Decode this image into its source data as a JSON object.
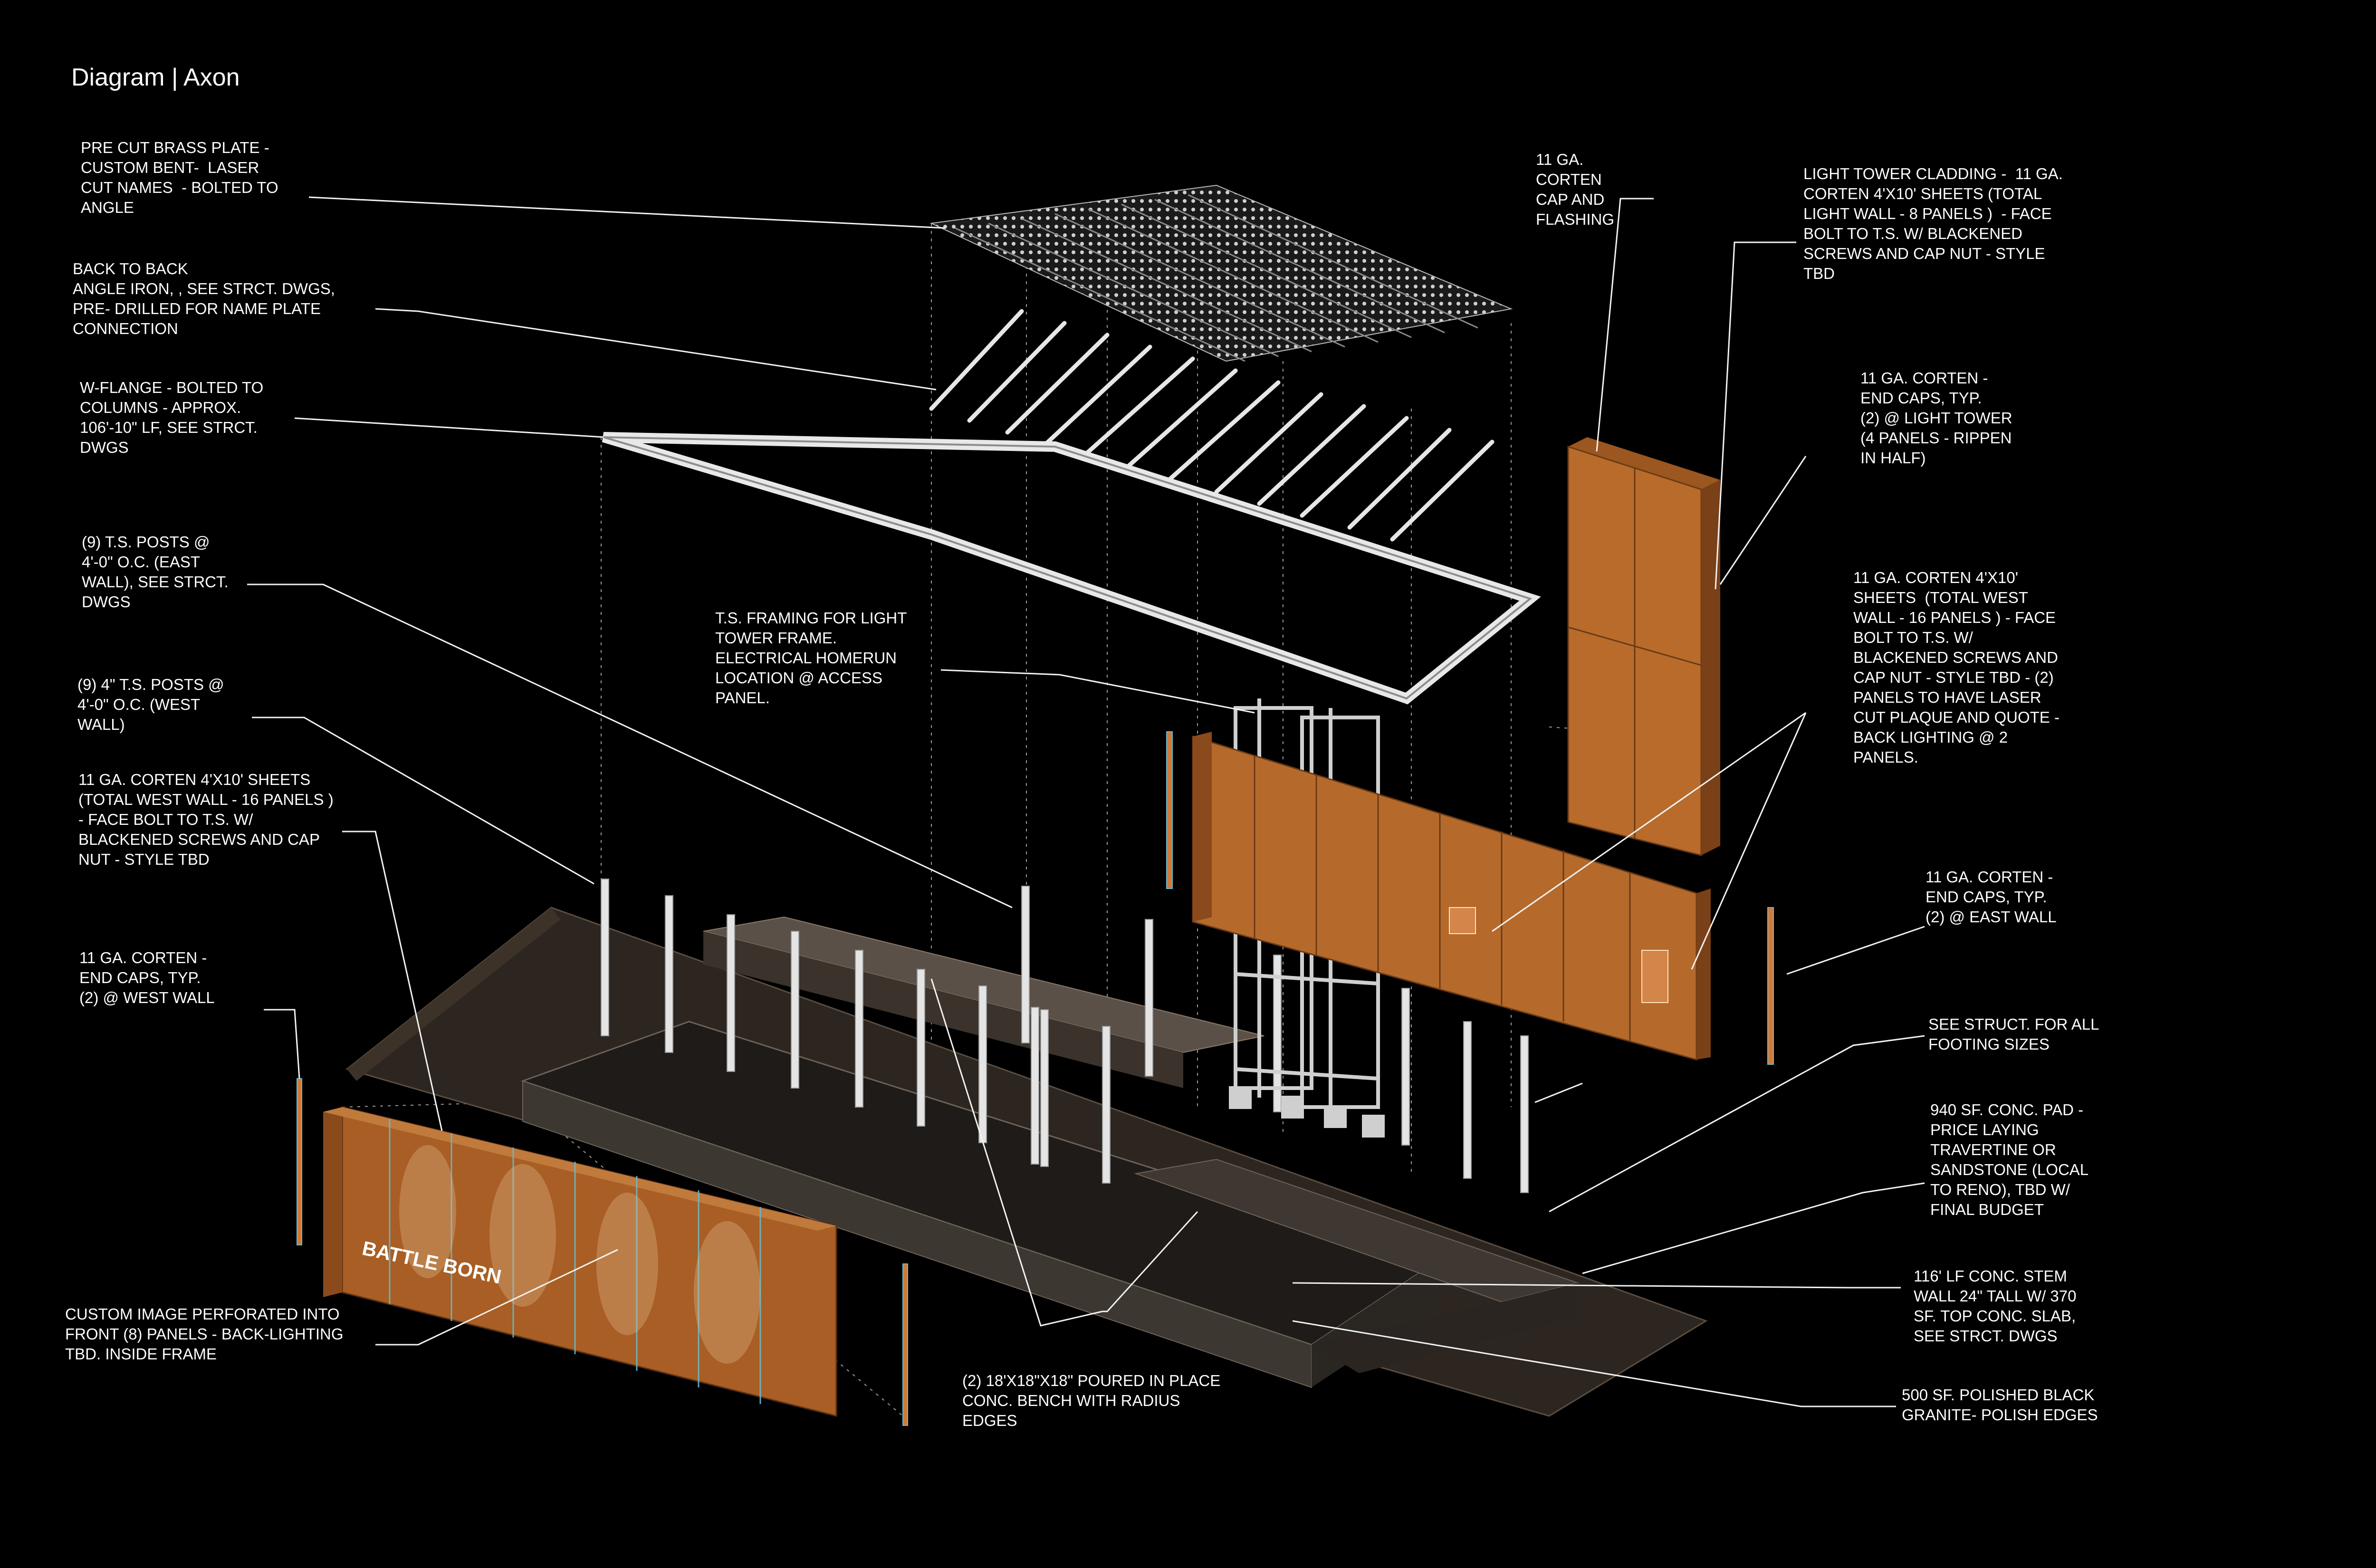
{
  "title": "Diagram | Axon",
  "callouts": {
    "brass_plate": "PRE CUT BRASS PLATE -\nCUSTOM BENT-  LASER\nCUT NAMES  - BOLTED TO\nANGLE",
    "angle_iron": "BACK TO BACK\nANGLE IRON, , SEE STRCT. DWGS,\nPRE- DRILLED FOR NAME PLATE\nCONNECTION",
    "w_flange": "W-FLANGE - BOLTED TO\nCOLUMNS - APPROX.\n106'-10\" LF, SEE STRCT.\nDWGS",
    "ts_posts_east": "(9) T.S. POSTS @\n4'-0\" O.C. (EAST\nWALL), SEE STRCT.\nDWGS",
    "ts_posts_west": "(9) 4\" T.S. POSTS @\n4'-0\" O.C. (WEST\nWALL)",
    "corten_west_sheets": "11 GA. CORTEN 4'X10' SHEETS\n(TOTAL WEST WALL - 16 PANELS )\n- FACE BOLT TO T.S. W/\nBLACKENED SCREWS AND CAP\nNUT - STYLE TBD",
    "end_caps_west": "11 GA. CORTEN -\nEND CAPS, TYP.\n(2) @ WEST WALL",
    "custom_image": "CUSTOM IMAGE PERFORATED INTO\nFRONT (8) PANELS - BACK-LIGHTING\nTBD. INSIDE FRAME",
    "light_tower_frame": "T.S. FRAMING FOR LIGHT\nTOWER FRAME.\nELECTRICAL HOMERUN\nLOCATION @ ACCESS\nPANEL.",
    "bench": "(2) 18'X18\"X18\" POURED IN PLACE\nCONC. BENCH WITH RADIUS\nEDGES",
    "corten_cap": "11 GA.\nCORTEN\nCAP AND\nFLASHING",
    "light_tower_cladding": "LIGHT TOWER CLADDING -  11 GA.\nCORTEN 4'X10' SHEETS (TOTAL\nLIGHT WALL - 8 PANELS )  - FACE\nBOLT TO T.S. W/ BLACKENED\nSCREWS AND CAP NUT - STYLE\nTBD",
    "end_caps_tower": "11 GA. CORTEN -\nEND CAPS, TYP.\n(2) @ LIGHT TOWER\n(4 PANELS - RIPPEN\nIN HALF)",
    "corten_west_plaque": "11 GA. CORTEN 4'X10'\nSHEETS  (TOTAL WEST\nWALL - 16 PANELS ) - FACE\nBOLT TO T.S. W/\nBLACKENED SCREWS AND\nCAP NUT - STYLE TBD - (2)\nPANELS TO HAVE LASER\nCUT PLAQUE AND QUOTE -\nBACK LIGHTING @ 2\nPANELS.",
    "end_caps_east": "11 GA. CORTEN -\nEND CAPS, TYP.\n(2) @ EAST WALL",
    "footing": "SEE STRUCT. FOR ALL\nFOOTING SIZES",
    "conc_pad": "940 SF. CONC. PAD -\nPRICE LAYING\nTRAVERTINE OR\nSANDSTONE (LOCAL\nTO RENO), TBD W/\nFINAL BUDGET",
    "stem_wall": "116' LF CONC. STEM\nWALL 24\" TALL W/ 370\nSF. TOP CONC. SLAB,\nSEE STRCT. DWGS",
    "granite": "500 SF. POLISHED BLACK\nGRANITE- POLISH EDGES"
  },
  "panel_text": "BATTLE BORN",
  "colors": {
    "background": "#000000",
    "corten": "#b8692a",
    "corten_dark": "#8a4a1c",
    "steel": "#d9d9d9",
    "concrete": "#2a2520",
    "granite": "#141414",
    "text": "#ffffff"
  }
}
